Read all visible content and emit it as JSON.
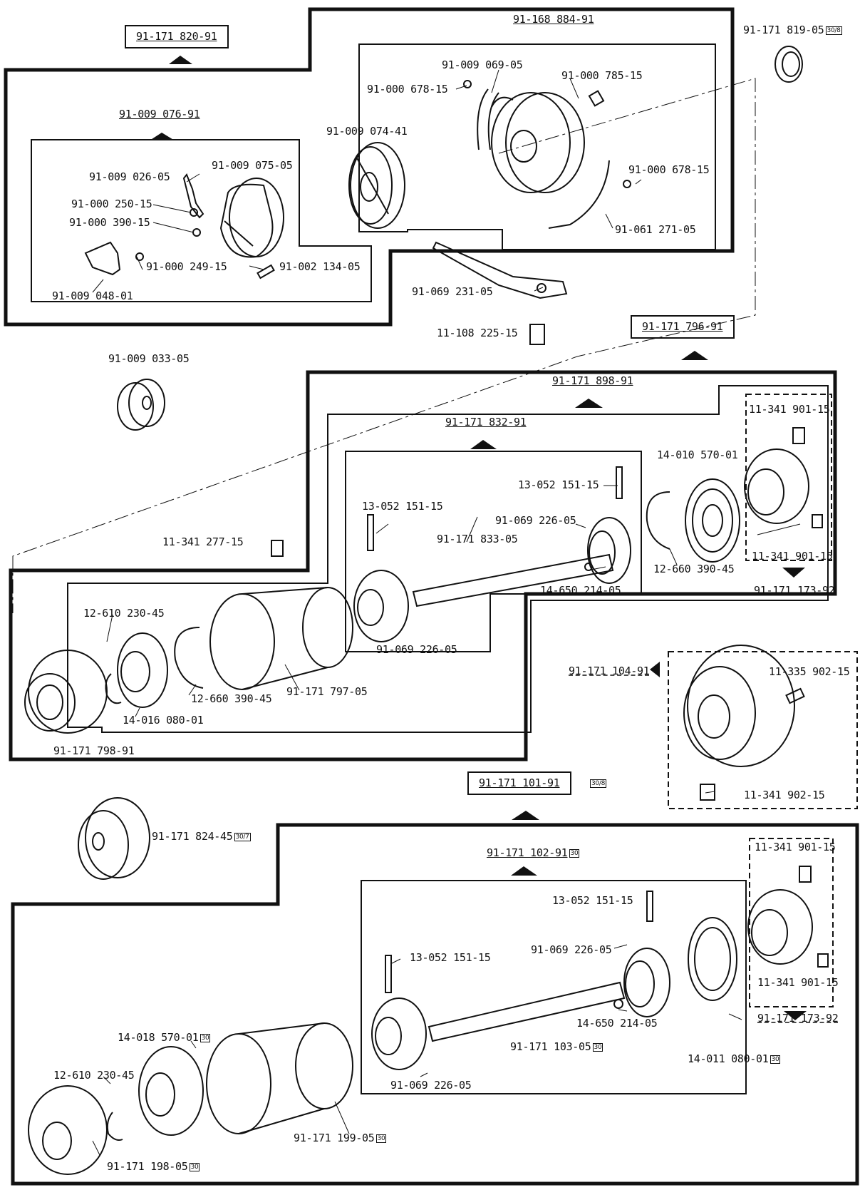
{
  "labels": {
    "l01": "91-171 820-91",
    "l02": "91-168 884-91",
    "l03": "91-171 819-05",
    "l03b": "30/8",
    "l04": "91-009 069-05",
    "l05": "91-000 785-15",
    "l06": "91-000 678-15",
    "l07": "91-009 076-91",
    "l08": "91-009 074-41",
    "l09": "91-009 075-05",
    "l10": "91-009 026-05",
    "l11": "91-000 678-15",
    "l12": "91-000 250-15",
    "l13": "91-000 390-15",
    "l14": "91-061 271-05",
    "l15": "91-000 249-15",
    "l16": "91-002 134-05",
    "l17": "91-009 048-01",
    "l18": "91-069 231-05",
    "l19": "11-108 225-15",
    "l20": "91-171 796-91",
    "l21": "91-009 033-05",
    "l22": "91-171 898-91",
    "l23": "91-171 832-91",
    "l24": "11-341 901-15",
    "l25": "14-010 570-01",
    "l26": "13-052 151-15",
    "l27": "13-052 151-15",
    "l28": "91-069 226-05",
    "l29": "11-341 277-15",
    "l30": "91-171 833-05",
    "l31": "11-341 901-15",
    "l32": "12-660 390-45",
    "l33": "14-650 214-05",
    "l34": "91-171 173-92",
    "l35": "12-610 230-45",
    "l36": "91-069 226-05",
    "l37": "12-660 390-45",
    "l38": "91-171 797-05",
    "l39": "14-016 080-01",
    "l40": "91-171 104-91",
    "l41": "11-335 902-15",
    "l42": "91-171 798-91",
    "l43": "91-171 101-91",
    "l43b": "30/8",
    "l44": "11-341 902-15",
    "l45": "91-171 824-45",
    "l45b": "30/7",
    "l46": "91-171 102-91",
    "l46b": "30",
    "l47": "11-341 901-15",
    "l48": "13-052 151-15",
    "l49": "91-069 226-05",
    "l50": "13-052 151-15",
    "l51": "11-341 901-15",
    "l52": "91-171 173-92",
    "l53": "14-650 214-05",
    "l54": "14-018 570-01",
    "l54b": "30",
    "l55": "91-171 103-05",
    "l55b": "30",
    "l56": "14-011 080-01",
    "l56b": "30",
    "l57": "12-610 230-45",
    "l58": "91-069 226-05",
    "l59": "91-171 199-05",
    "l59b": "30",
    "l60": "91-171 198-05",
    "l60b": "30"
  },
  "colors": {
    "ink": "#111111",
    "paper": "#ffffff"
  }
}
